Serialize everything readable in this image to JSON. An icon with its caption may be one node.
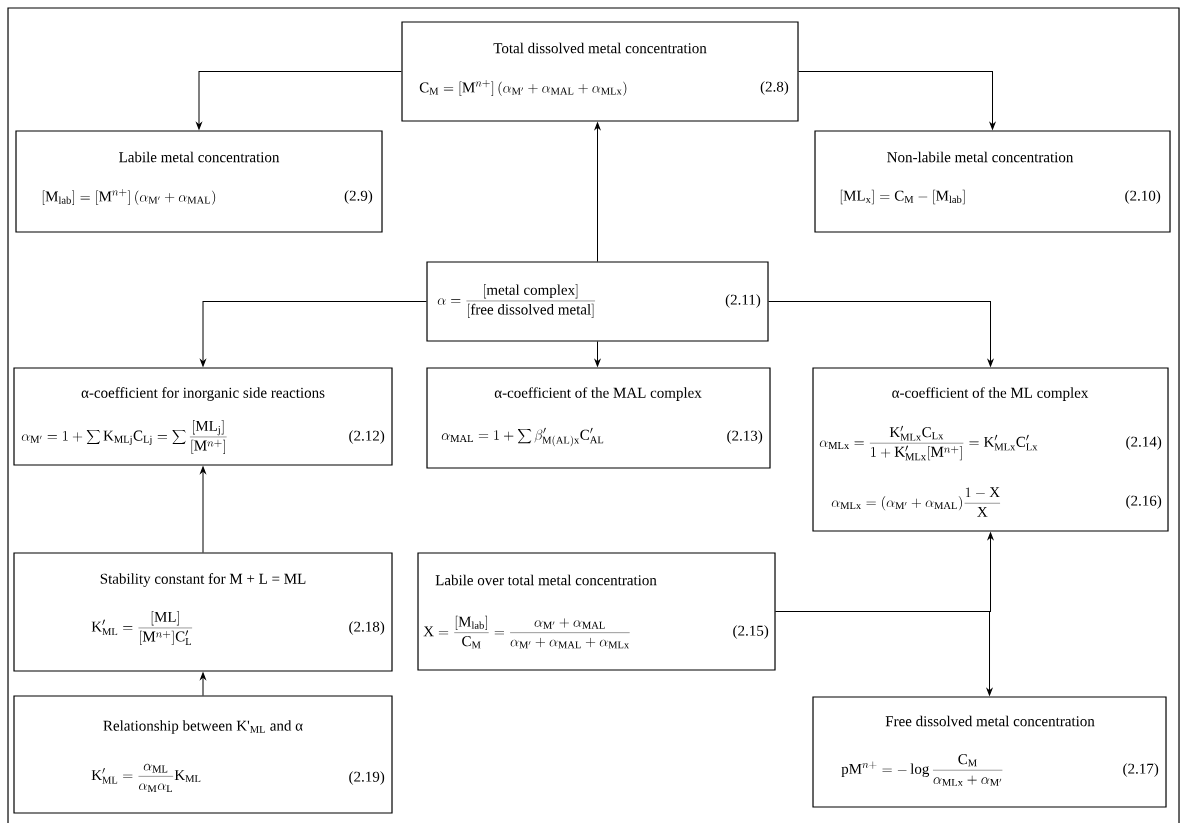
{
  "diagram": {
    "nodes": [
      {
        "text": [
          "Total dissolved metal concentration",
          "\\mathrm{C_M} = [\\mathrm{M}^{n+}]\\,(\\alpha_{\\mathrm{M'}} + \\alpha_{\\mathrm{MAL}} + \\alpha_{\\mathrm{MLx}})",
          "(2.8)"
        ]
      },
      {
        "text": [
          "Labile metal concentration",
          "[\\mathrm{M_{lab}}] = [\\mathrm{M}^{n+}]\\,(\\alpha_{\\mathrm{M'}} + \\alpha_{\\mathrm{MAL}})",
          "(2.9)"
        ]
      },
      {
        "text": [
          "Non-labile metal concentration",
          "[\\mathrm{ML_x}] = \\mathrm{C_M} - [\\mathrm{M_{lab}}]",
          "(2.10)"
        ]
      },
      {
        "text": [
          "\\alpha = \\frac{[\\mbox{metal complex}]}{[\\mbox{free dissolved metal}]}",
          "(2.11)"
        ]
      },
      {
        "text": [
          "α-coefficient for inorganic side reactions",
          "\\alpha_{\\mathrm{M'}} = 1 + \\sum \\mathrm{K_{MLj}C_{Lj}} = \\sum \\frac{[\\mathrm{ML_j}]}{[\\mathrm{M}^{n+}]}",
          "(2.12)"
        ]
      },
      {
        "text": [
          "α-coefficient of the MAL complex",
          "\\alpha_{\\mathrm{MAL}} = 1 + \\sum \\beta'_{\\mathrm{M(AL)x}}\\mathrm{C'_{AL}}",
          "(2.13)"
        ]
      },
      {
        "text": [
          "α-coefficient of the ML complex",
          "\\alpha_{\\mathrm{MLx}} = \\frac{\\mathrm{K'_{MLx}C_{Lx}}}{1+\\mathrm{K'_{MLx}}[\\mathrm{M}^{n+}]} = \\mathrm{K'_{MLx}C'_{Lx}}",
          "(2.14)",
          "\\alpha_{\\mathrm{MLx}} = (\\alpha_{\\mathrm{M'}} + \\alpha_{\\mathrm{MAL}})\\frac{1-\\mathrm{X}}{\\mathrm{X}}",
          "(2.16)"
        ]
      },
      {
        "text": [
          "Stability constant for M + L = ML",
          "\\mathrm{K'_{ML}} = \\frac{[\\mathrm{ML}]}{[\\mathrm{M}^{n+}]\\mathrm{C'_L}}",
          "(2.18)"
        ]
      },
      {
        "text": [
          "Labile over total metal concentration",
          "\\mathrm{X} = \\frac{[\\mathrm{M_{lab}}]}{\\mathrm{C_M}} = \\frac{\\alpha_{\\mathrm{M'}} + \\alpha_{\\mathrm{MAL}}}{\\alpha_{\\mathrm{M'}} + \\alpha_{\\mathrm{MAL}} + \\alpha_{\\mathrm{MLx}}}",
          "(2.15)"
        ]
      },
      {
        "text": [
          "Relationship between K'$_{ML}$ and α",
          "\\mathrm{K'_{ML}} = \\frac{\\alpha_{\\mathrm{ML}}}{\\alpha_{\\mathrm{M}}\\alpha_{\\mathrm{L}}}\\mathrm{K_{ML}}",
          "(2.19)"
        ]
      },
      {
        "text": [
          "Free dissolved metal concentration",
          "\\mathrm{pM}^{n+} = -\\log \\frac{\\mathrm{C_M}}{\\alpha_{\\mathrm{MLx}} + \\alpha_{\\mathrm{M'}}}",
          "(2.17)"
        ]
      }
    ],
    "edges": [
      {
        "from": 0,
        "to": 1,
        "arrow": "to"
      },
      {
        "from": 0,
        "to": 2,
        "arrow": "to"
      },
      {
        "from": 3,
        "to": 0,
        "arrow": "to"
      },
      {
        "from": 3,
        "to": 4,
        "arrow": "to"
      },
      {
        "from": 3,
        "to": 5,
        "arrow": "to"
      },
      {
        "from": 3,
        "to": 6,
        "arrow": "to"
      },
      {
        "from": 7,
        "to": 4,
        "arrow": "to"
      },
      {
        "from": 9,
        "to": 7,
        "arrow": "to"
      },
      {
        "from": 8,
        "to": 6,
        "arrow": "to"
      },
      {
        "from": 8,
        "to": 10,
        "arrow": "to"
      }
    ]
  }
}
